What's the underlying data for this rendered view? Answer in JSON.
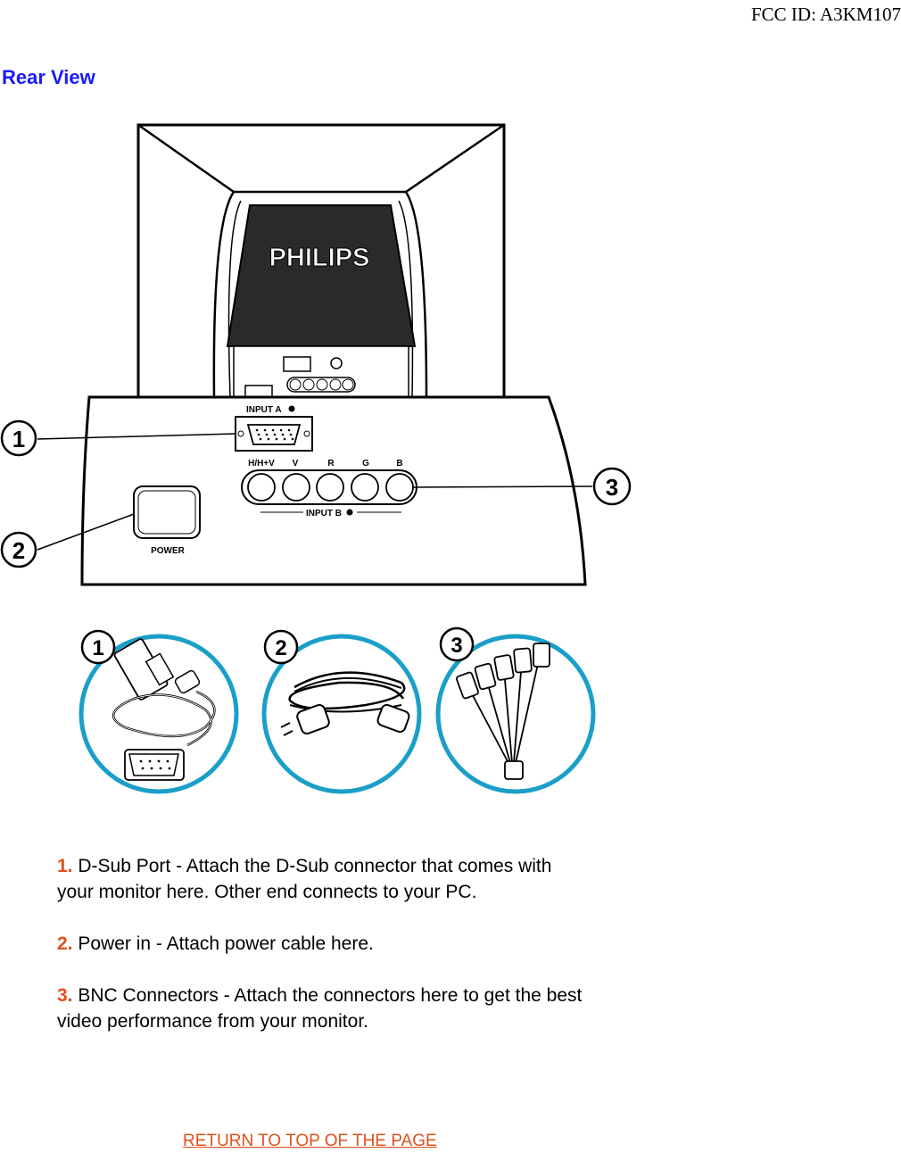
{
  "fcc_id": "FCC ID: A3KM107",
  "section_title": "Rear View",
  "monitor": {
    "brand": "PHILIPS",
    "input_a_label": "INPUT A",
    "input_b_label": "INPUT B",
    "power_label": "POWER",
    "bnc_labels": [
      "H/H+V",
      "V",
      "R",
      "G",
      "B"
    ],
    "callouts": [
      "1",
      "2",
      "3"
    ]
  },
  "accessories": [
    "1",
    "2",
    "3"
  ],
  "descriptions": [
    {
      "number": "1.",
      "text": "D-Sub Port - Attach the D-Sub connector that comes with your monitor here. Other end connects to your PC."
    },
    {
      "number": "2.",
      "text": "Power in - Attach power cable here."
    },
    {
      "number": "3.",
      "text": "BNC Connectors - Attach the connectors here to get the best video performance from your monitor."
    }
  ],
  "return_link": "RETURN TO TOP OF THE PAGE",
  "colors": {
    "title": "#1a1aff",
    "accent": "#e0501a",
    "circle": "#1a9fc8"
  }
}
